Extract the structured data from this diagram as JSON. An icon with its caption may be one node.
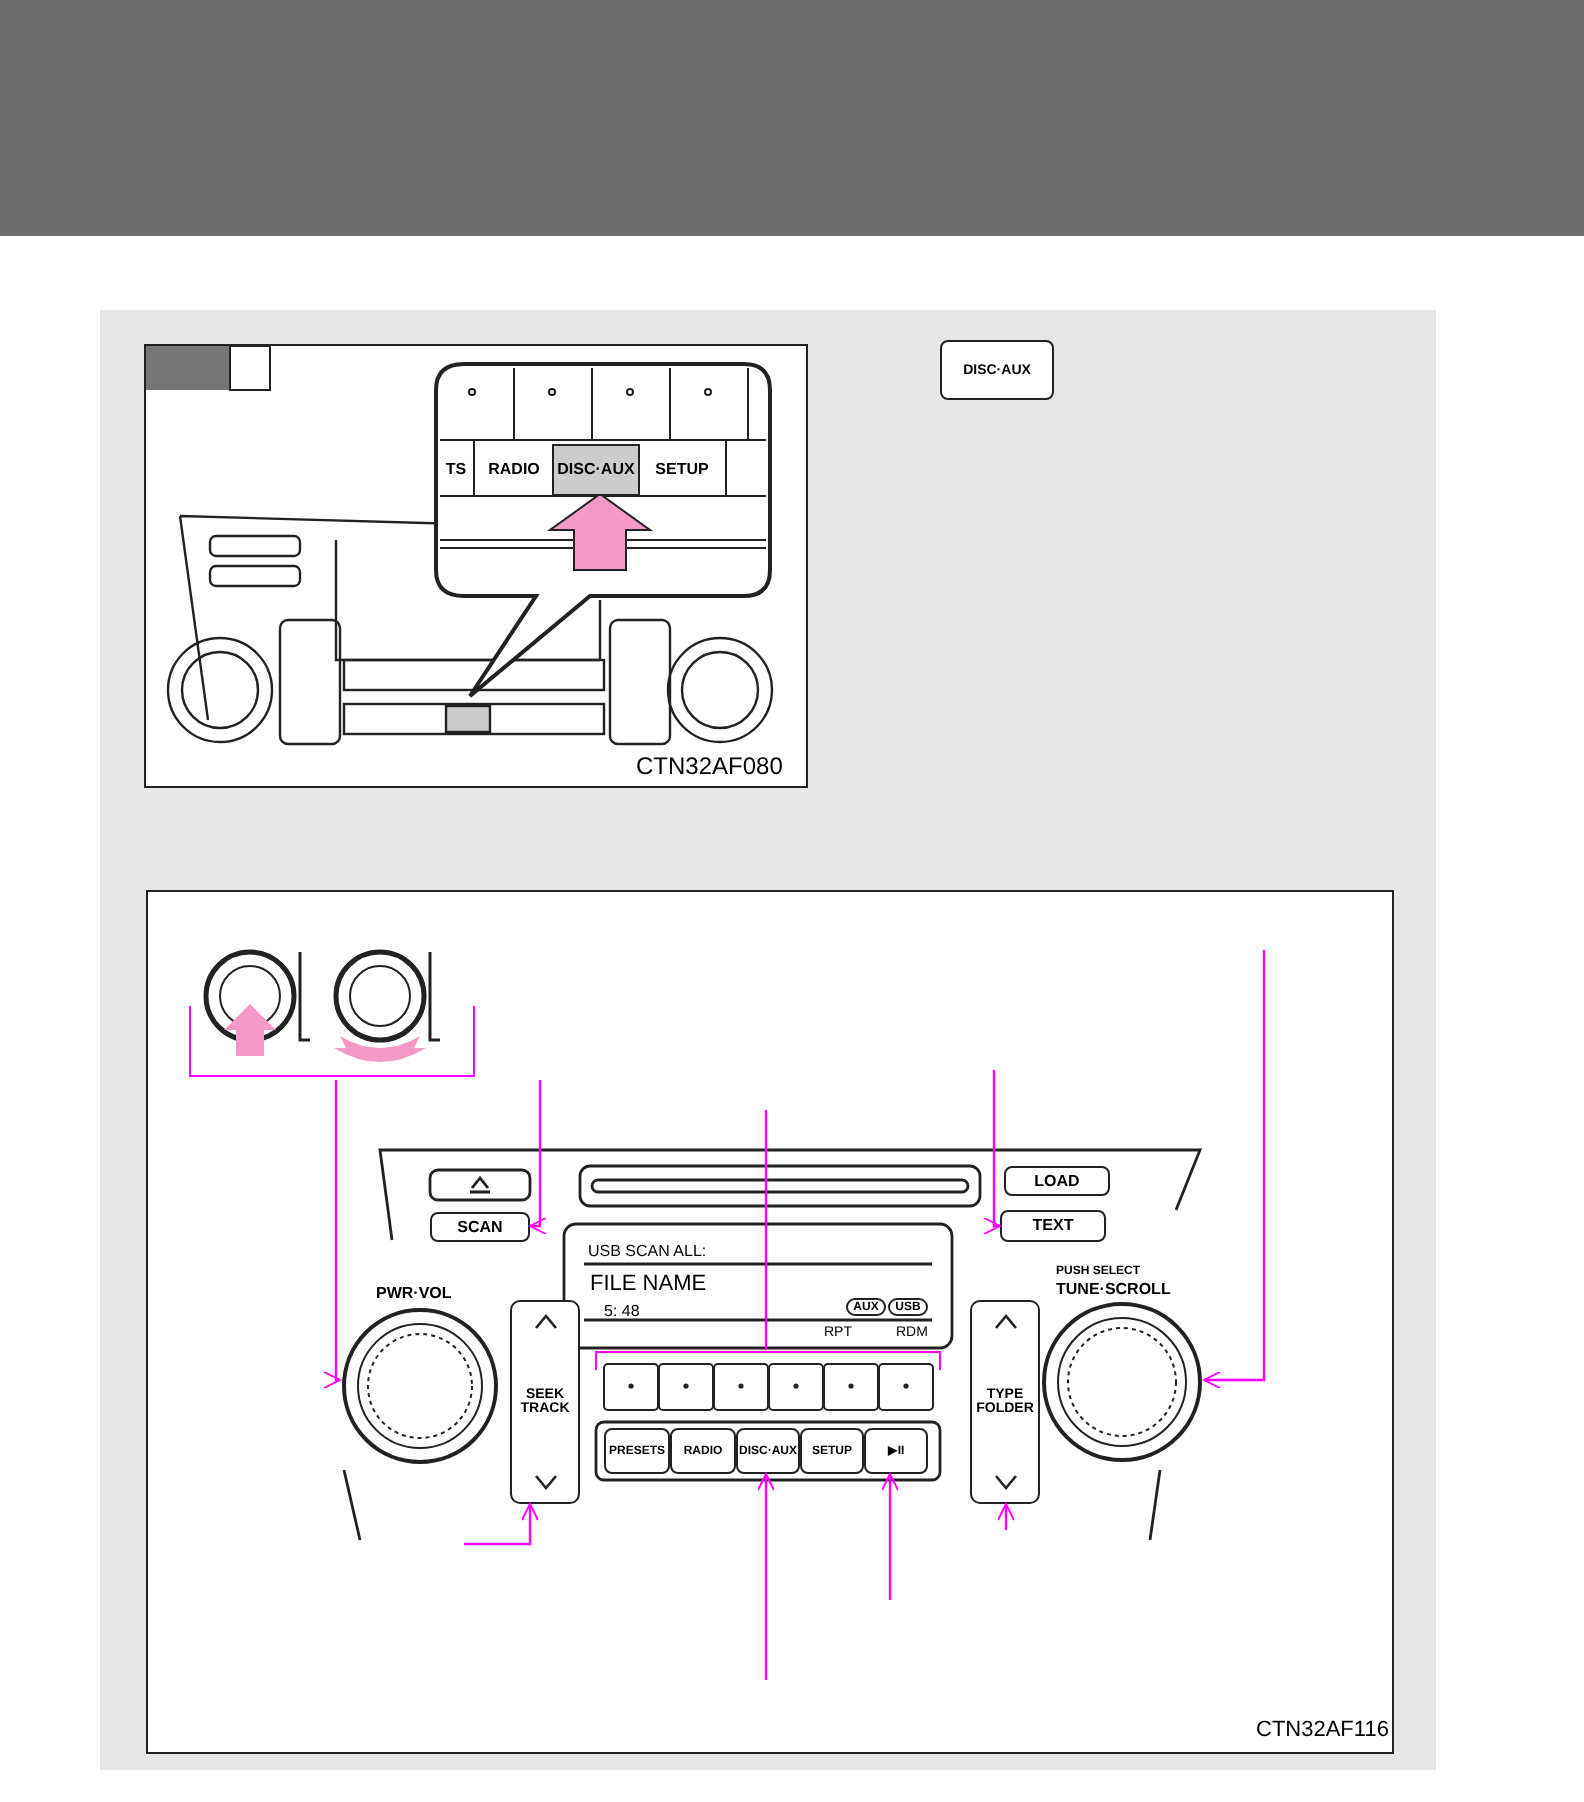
{
  "diagram": {
    "nodes": [
      {
        "text": [],
        "shape": "picture"
      },
      {
        "text": [
          "SCAN"
        ]
      },
      {
        "text": [],
        "shape": "box"
      },
      {
        "text": [
          "TEXT"
        ]
      },
      {
        "text": [
          "PUSH SELECT",
          "TUNE·SCROLL"
        ]
      },
      {
        "text": [
          "PWR·VOL"
        ]
      },
      {
        "text": [
          "SEEK TRACK"
        ]
      },
      {
        "text": [
          "TYPE FOLDER"
        ]
      },
      {
        "text": [
          "DISC·AUX"
        ]
      },
      {
        "text": [
          "▶II"
        ]
      },
      {
        "text": [
          "LOAD"
        ]
      },
      {
        "text": [
          "PRESETS"
        ]
      },
      {
        "text": [
          "RADIO"
        ]
      },
      {
        "text": [
          "SETUP"
        ]
      }
    ],
    "edges": [
      {
        "from": 0,
        "to": 5,
        "arrow": "to"
      },
      {
        "from": null,
        "to": 1,
        "arrow": "to"
      },
      {
        "from": null,
        "to": 2,
        "arrow": "none"
      },
      {
        "from": null,
        "to": 3,
        "arrow": "to"
      },
      {
        "from": null,
        "to": 4,
        "arrow": "to"
      },
      {
        "from": null,
        "to": 6,
        "arrow": "to"
      },
      {
        "from": null,
        "to": 8,
        "arrow": "to"
      },
      {
        "from": null,
        "to": 9,
        "arrow": "to"
      },
      {
        "from": null,
        "to": 7,
        "arrow": "to"
      }
    ],
    "labels": [
      "DISC·AUX",
      "TS",
      "RADIO",
      "DISC·AUX",
      "SETUP",
      "CTN32AF080",
      "USB SCAN ALL:",
      "FILE NAME",
      "5: 48",
      "RPT",
      "RDM",
      "AUX",
      "USB",
      "CTN32AF116"
    ]
  }
}
